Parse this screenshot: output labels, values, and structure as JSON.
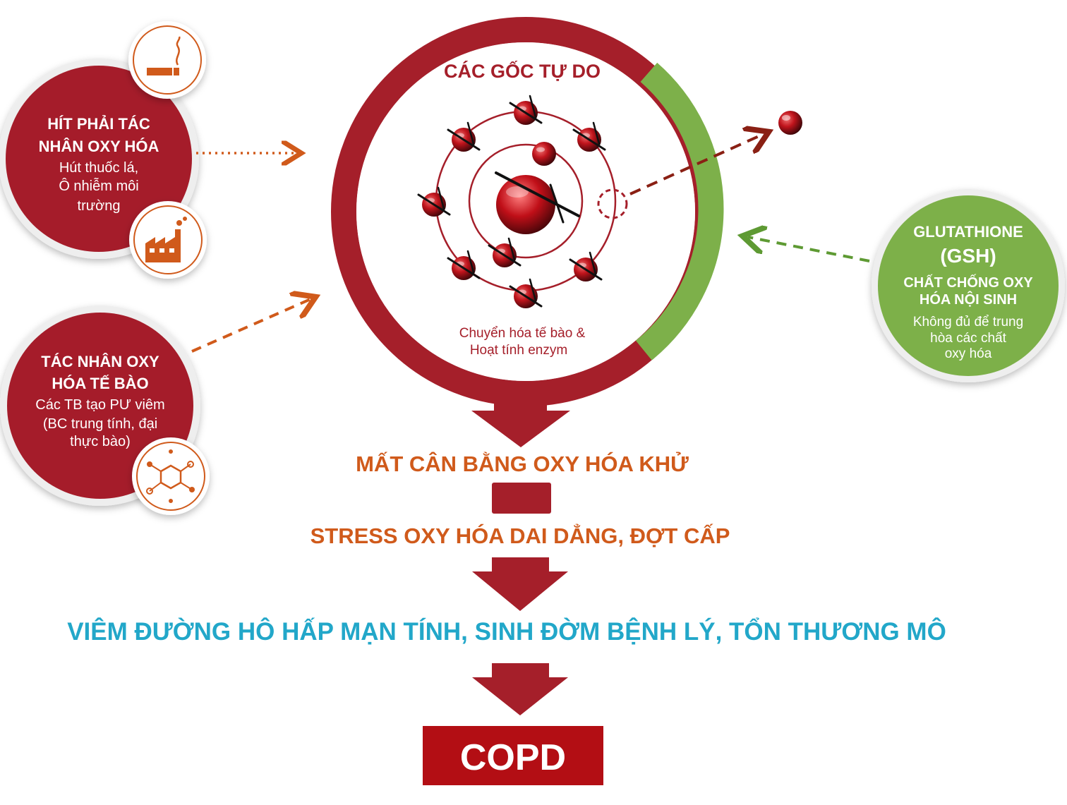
{
  "colors": {
    "red": "#a51f2a",
    "orange": "#d05a1b",
    "green": "#7db04a",
    "cyan": "#22a7c9",
    "white": "#ffffff"
  },
  "center": {
    "title": "CÁC GỐC TỰ DO",
    "caption_line1": "Chuyển hóa tế bào &",
    "caption_line2": "Hoạt tính enzym"
  },
  "left_top": {
    "title_line1": "HÍT PHẢI TÁC",
    "title_line2": "NHÂN OXY HÓA",
    "desc_line1": "Hút thuốc lá,",
    "desc_line2": "Ô nhiễm môi",
    "desc_line3": "trường",
    "icon_top": "cigarette-icon",
    "icon_bottom": "factory-icon"
  },
  "left_bottom": {
    "title_line1": "TÁC NHÂN OXY",
    "title_line2": "HÓA TẾ BÀO",
    "desc_line1": "Các TB tạo PƯ viêm",
    "desc_line2": "(BC trung tính, đại",
    "desc_line3": "thực bào)",
    "icon": "molecule-icon"
  },
  "right": {
    "title_line1": "GLUTATHIONE",
    "title_line2": "(GSH)",
    "subtitle_line1": "CHẤT CHỐNG OXY",
    "subtitle_line2": "HÓA NỘI SINH",
    "desc_line1": "Không đủ để trung",
    "desc_line2": "hòa các chất",
    "desc_line3": "oxy hóa"
  },
  "flow": {
    "step1": "MẤT CÂN BẰNG OXY HÓA KHỬ",
    "step2": "STRESS OXY HÓA DAI DẲNG, ĐỢT CẤP",
    "step3": "VIÊM ĐƯỜNG HÔ HẤP MẠN TÍNH, SINH ĐỜM BỆNH LÝ, TỔN THƯƠNG MÔ",
    "result": "COPD"
  }
}
